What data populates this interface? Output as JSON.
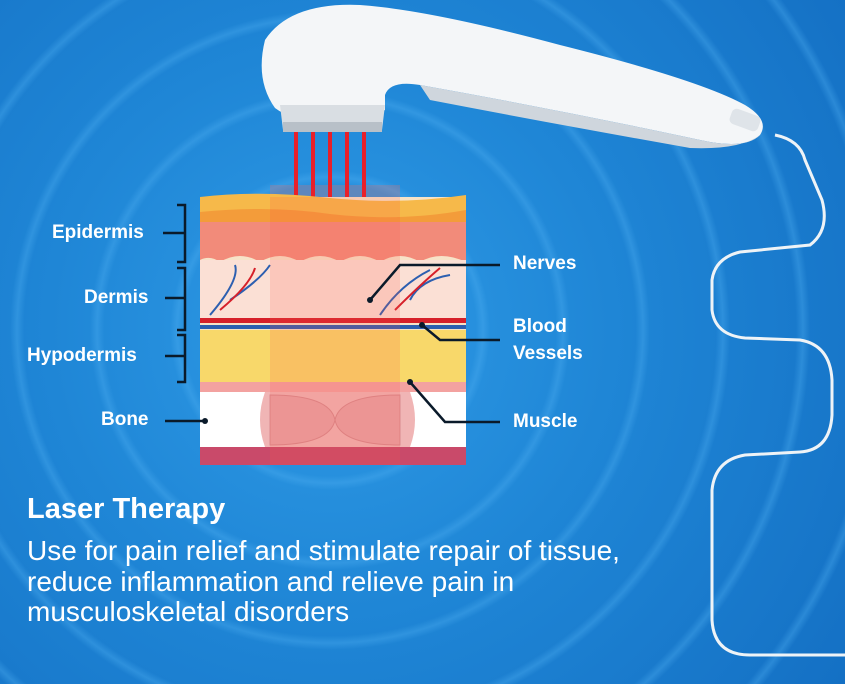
{
  "labels": {
    "left": [
      "Epidermis",
      "Dermis",
      "Hypodermis",
      "Bone"
    ],
    "right": {
      "nerves": "Nerves",
      "blood_vessels_1": "Blood",
      "blood_vessels_2": "Vessels",
      "muscle": "Muscle"
    }
  },
  "title": "Laser Therapy",
  "description": "Use for pain relief and stimulate repair of tissue, reduce inflammation and relieve pain in musculoskeletal disorders",
  "colors": {
    "background": "#1f86d6",
    "laser": "#e8202a",
    "text": "#ffffff"
  }
}
